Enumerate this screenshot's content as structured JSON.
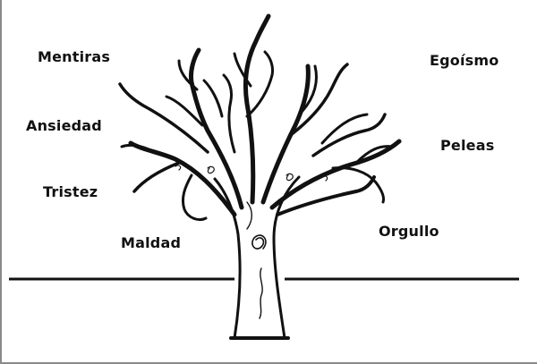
{
  "labels": {
    "left": [
      "Mentiras",
      "Ansiedad",
      "Tristez",
      "Maldad"
    ],
    "right": [
      "Egoísmo",
      "Peleas",
      "Orgullo"
    ]
  },
  "illustration": {
    "subject": "tree-icon",
    "line_color": "#111111",
    "background": "#ffffff"
  }
}
